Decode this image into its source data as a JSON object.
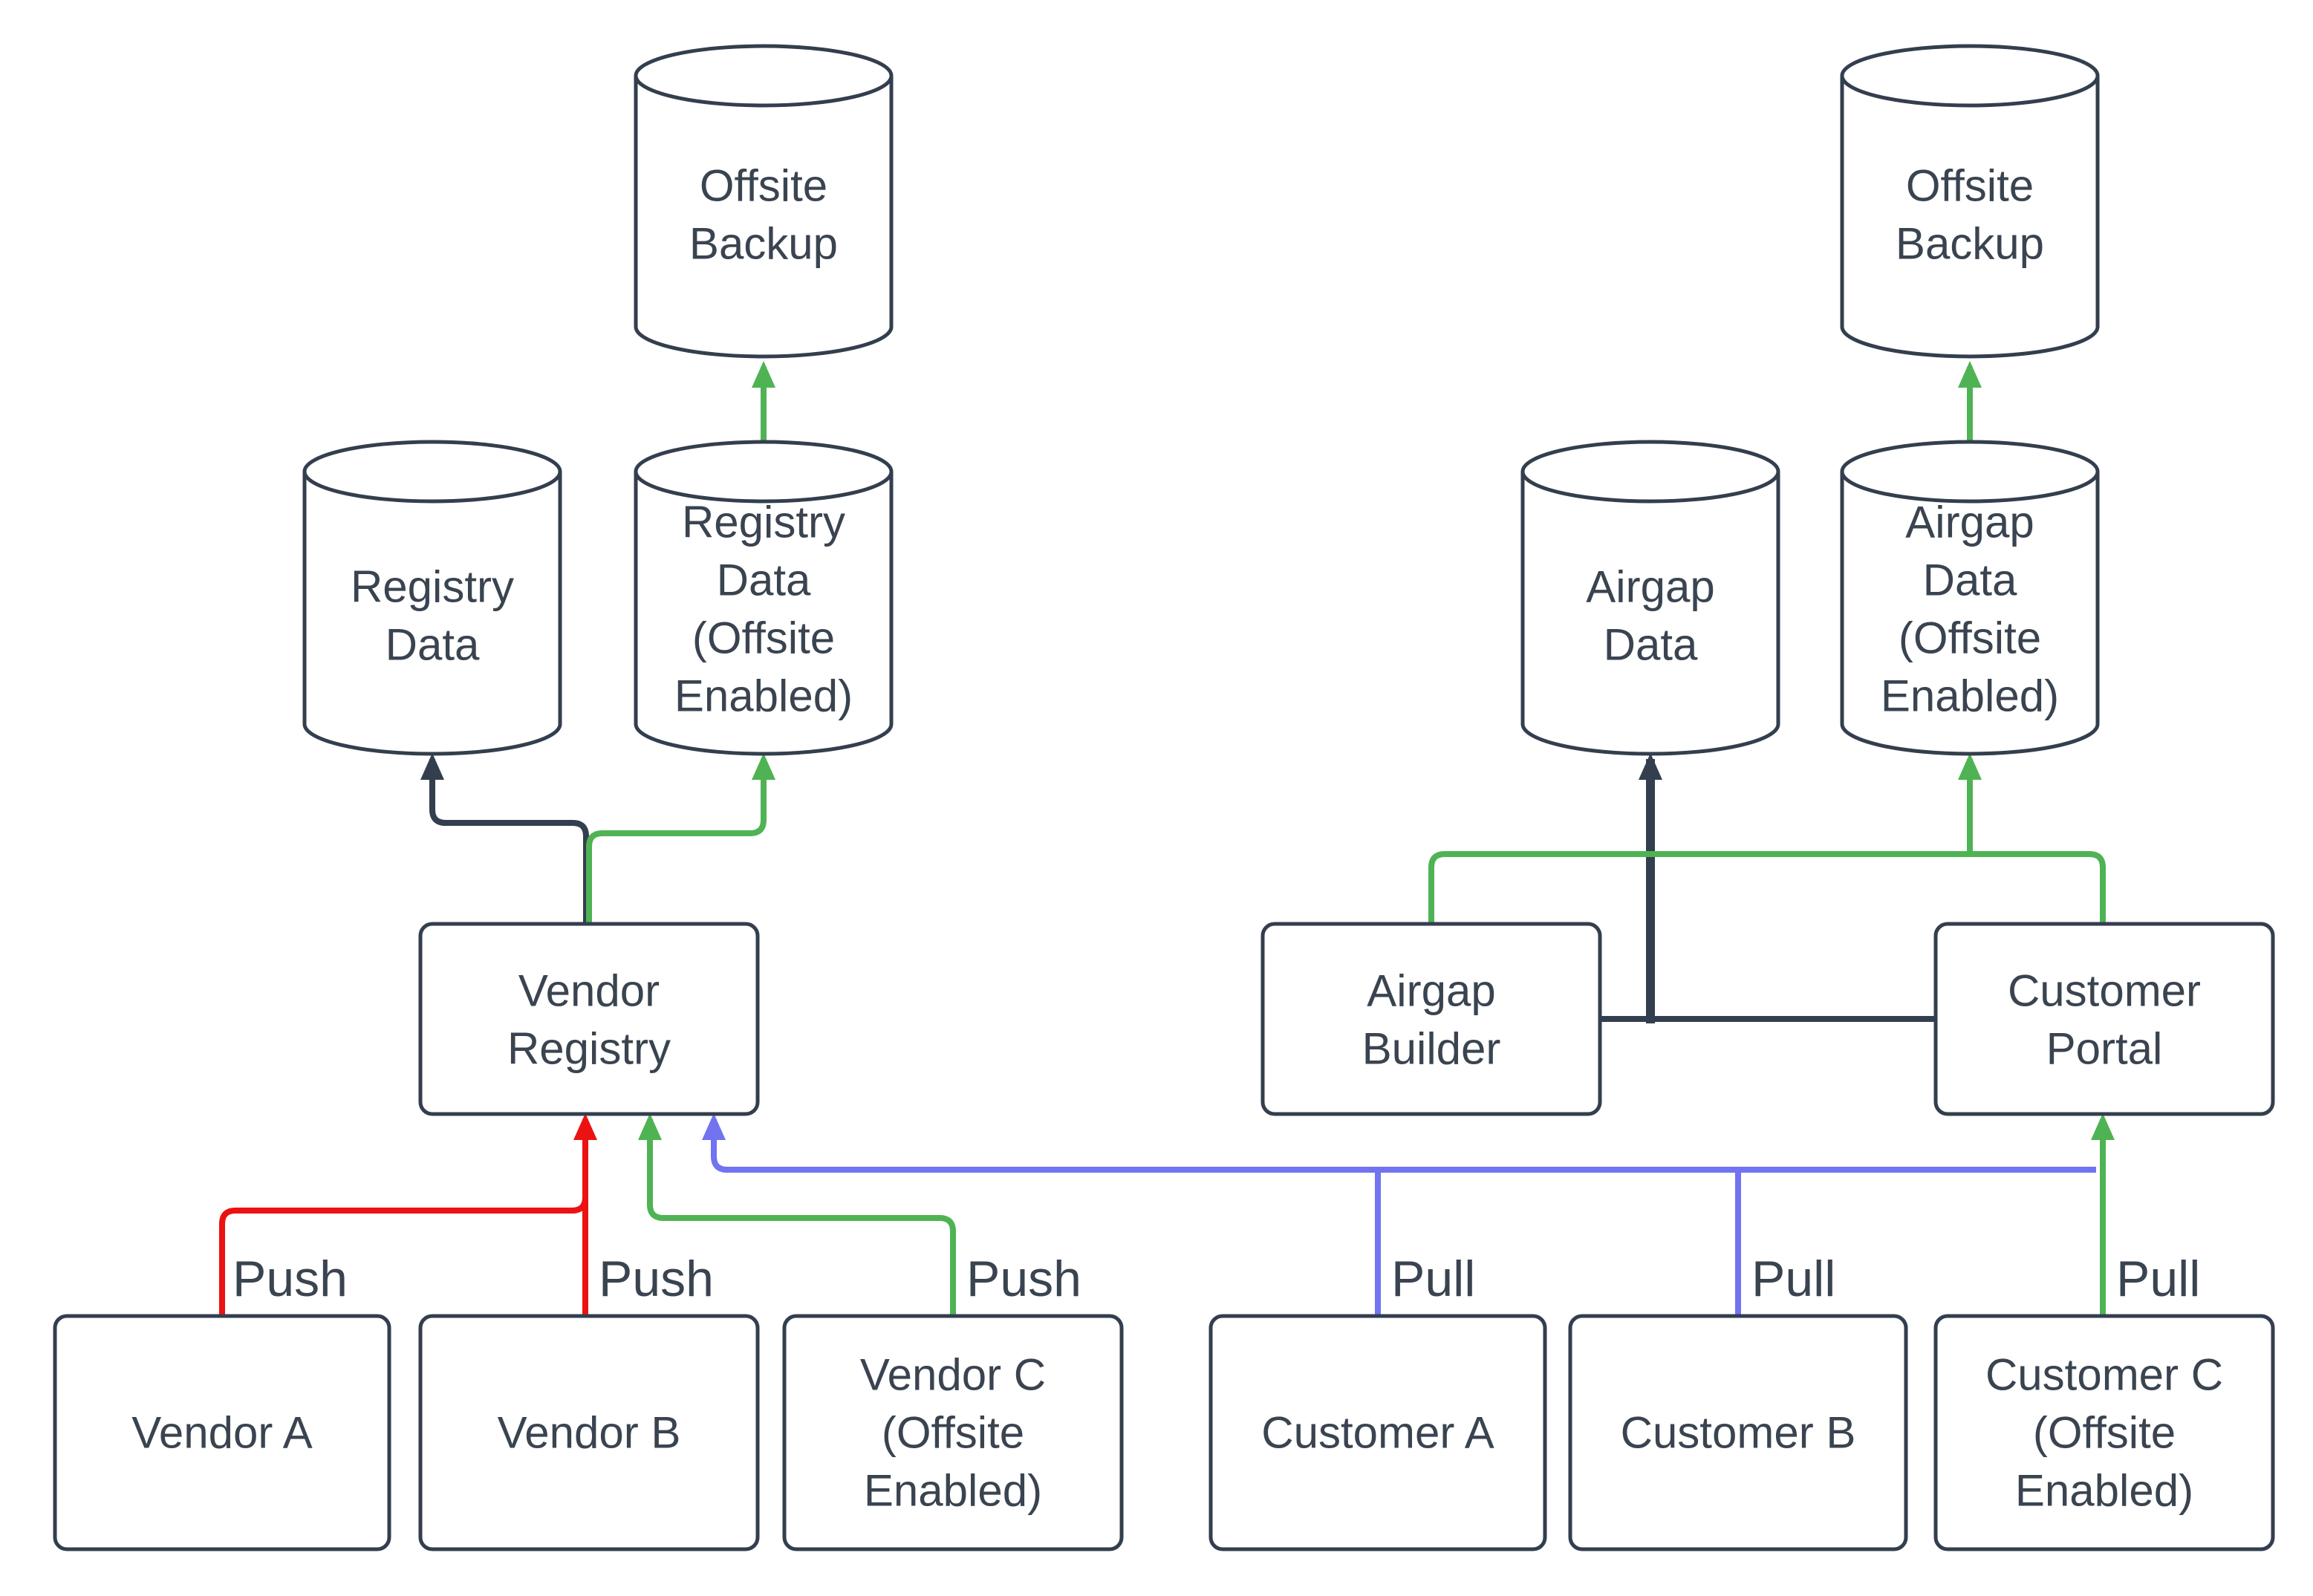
{
  "colors": {
    "background": "#ffffff",
    "shape_stroke": "#333e4e",
    "text": "#3a4450",
    "push_red": "#ec1212",
    "offsite_green": "#4fb354",
    "pull_blue": "#7173f0",
    "data_dark": "#333e4e"
  },
  "edge_labels": {
    "push": "Push",
    "pull": "Pull"
  },
  "nodes": {
    "offsite_backup_left": {
      "l1": "Offsite",
      "l2": "Backup"
    },
    "registry_data": {
      "l1": "Registry",
      "l2": "Data"
    },
    "registry_data_offsite": {
      "l1": "Registry",
      "l2": "Data",
      "l3": "(Offsite",
      "l4": "Enabled)"
    },
    "vendor_registry": {
      "l1": "Vendor",
      "l2": "Registry"
    },
    "vendor_a": {
      "l1": "Vendor A"
    },
    "vendor_b": {
      "l1": "Vendor B"
    },
    "vendor_c": {
      "l1": "Vendor C",
      "l2": "(Offsite",
      "l3": "Enabled)"
    },
    "airgap_data": {
      "l1": "Airgap",
      "l2": "Data"
    },
    "airgap_data_offsite": {
      "l1": "Airgap",
      "l2": "Data",
      "l3": "(Offsite",
      "l4": "Enabled)"
    },
    "offsite_backup_right": {
      "l1": "Offsite",
      "l2": "Backup"
    },
    "airgap_builder": {
      "l1": "Airgap",
      "l2": "Builder"
    },
    "customer_portal": {
      "l1": "Customer",
      "l2": "Portal"
    },
    "customer_a": {
      "l1": "Customer A"
    },
    "customer_b": {
      "l1": "Customer B"
    },
    "customer_c": {
      "l1": "Customer C",
      "l2": "(Offsite",
      "l3": "Enabled)"
    }
  }
}
